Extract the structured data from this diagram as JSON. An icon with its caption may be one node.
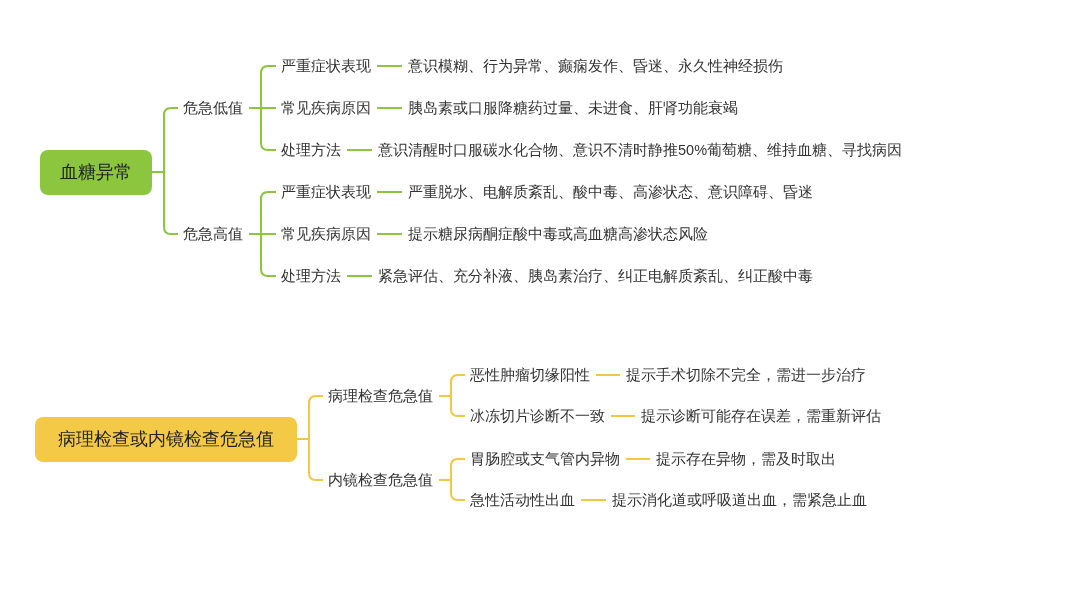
{
  "diagram": {
    "nodes": [
      {
        "text": [
          "血糖异常"
        ]
      },
      {
        "text": [
          "危急低值"
        ]
      },
      {
        "text": [
          "严重症状表现"
        ]
      },
      {
        "text": [
          "意识模糊、行为异常、癫痫发作、昏迷、永久性神经损伤"
        ]
      },
      {
        "text": [
          "常见疾病原因"
        ]
      },
      {
        "text": [
          "胰岛素或口服降糖药过量、未进食、肝肾功能衰竭"
        ]
      },
      {
        "text": [
          "处理方法"
        ]
      },
      {
        "text": [
          "意识清醒时口服碳水化合物、意识不清时静推50%葡萄糖、维持血糖、寻找病因"
        ]
      },
      {
        "text": [
          "危急高值"
        ]
      },
      {
        "text": [
          "严重症状表现"
        ]
      },
      {
        "text": [
          "严重脱水、电解质紊乱、酸中毒、高渗状态、意识障碍、昏迷"
        ]
      },
      {
        "text": [
          "常见疾病原因"
        ]
      },
      {
        "text": [
          "提示糖尿病酮症酸中毒或高血糖高渗状态风险"
        ]
      },
      {
        "text": [
          "处理方法"
        ]
      },
      {
        "text": [
          "紧急评估、充分补液、胰岛素治疗、纠正电解质紊乱、纠正酸中毒"
        ]
      },
      {
        "text": [
          "病理检查或内镜检查危急值"
        ]
      },
      {
        "text": [
          "病理检查危急值"
        ]
      },
      {
        "text": [
          "恶性肿瘤切缘阳性"
        ]
      },
      {
        "text": [
          "提示手术切除不完全，需进一步治疗"
        ]
      },
      {
        "text": [
          "冰冻切片诊断不一致"
        ]
      },
      {
        "text": [
          "提示诊断可能存在误差，需重新评估"
        ]
      },
      {
        "text": [
          "内镜检查危急值"
        ]
      },
      {
        "text": [
          "胃肠腔或支气管内异物"
        ]
      },
      {
        "text": [
          "提示存在异物，需及时取出"
        ]
      },
      {
        "text": [
          "急性活动性出血"
        ]
      },
      {
        "text": [
          "提示消化道或呼吸道出血，需紧急止血"
        ]
      }
    ],
    "edges": [
      {
        "from": 0,
        "to": 1,
        "arrow": "none"
      },
      {
        "from": 0,
        "to": 8,
        "arrow": "none"
      },
      {
        "from": 1,
        "to": 2,
        "arrow": "none"
      },
      {
        "from": 1,
        "to": 4,
        "arrow": "none"
      },
      {
        "from": 1,
        "to": 6,
        "arrow": "none"
      },
      {
        "from": 2,
        "to": 3,
        "arrow": "none"
      },
      {
        "from": 4,
        "to": 5,
        "arrow": "none"
      },
      {
        "from": 6,
        "to": 7,
        "arrow": "none"
      },
      {
        "from": 8,
        "to": 9,
        "arrow": "none"
      },
      {
        "from": 8,
        "to": 11,
        "arrow": "none"
      },
      {
        "from": 8,
        "to": 13,
        "arrow": "none"
      },
      {
        "from": 9,
        "to": 10,
        "arrow": "none"
      },
      {
        "from": 11,
        "to": 12,
        "arrow": "none"
      },
      {
        "from": 13,
        "to": 14,
        "arrow": "none"
      },
      {
        "from": 15,
        "to": 16,
        "arrow": "none",
        "color": "#f2c744"
      },
      {
        "from": 15,
        "to": 21,
        "arrow": "none",
        "color": "#f2c744"
      },
      {
        "from": 16,
        "to": 17,
        "arrow": "none",
        "color": "#f2c744"
      },
      {
        "from": 16,
        "to": 19,
        "arrow": "none",
        "color": "#f2c744"
      },
      {
        "from": 17,
        "to": 18,
        "arrow": "none",
        "color": "#f2c744"
      },
      {
        "from": 19,
        "to": 20,
        "arrow": "none",
        "color": "#f2c744"
      },
      {
        "from": 21,
        "to": 22,
        "arrow": "none",
        "color": "#f2c744"
      },
      {
        "from": 21,
        "to": 24,
        "arrow": "none",
        "color": "#f2c744"
      },
      {
        "from": 22,
        "to": 23,
        "arrow": "none",
        "color": "#f2c744"
      },
      {
        "from": 24,
        "to": 25,
        "arrow": "none",
        "color": "#f2c744"
      }
    ]
  }
}
